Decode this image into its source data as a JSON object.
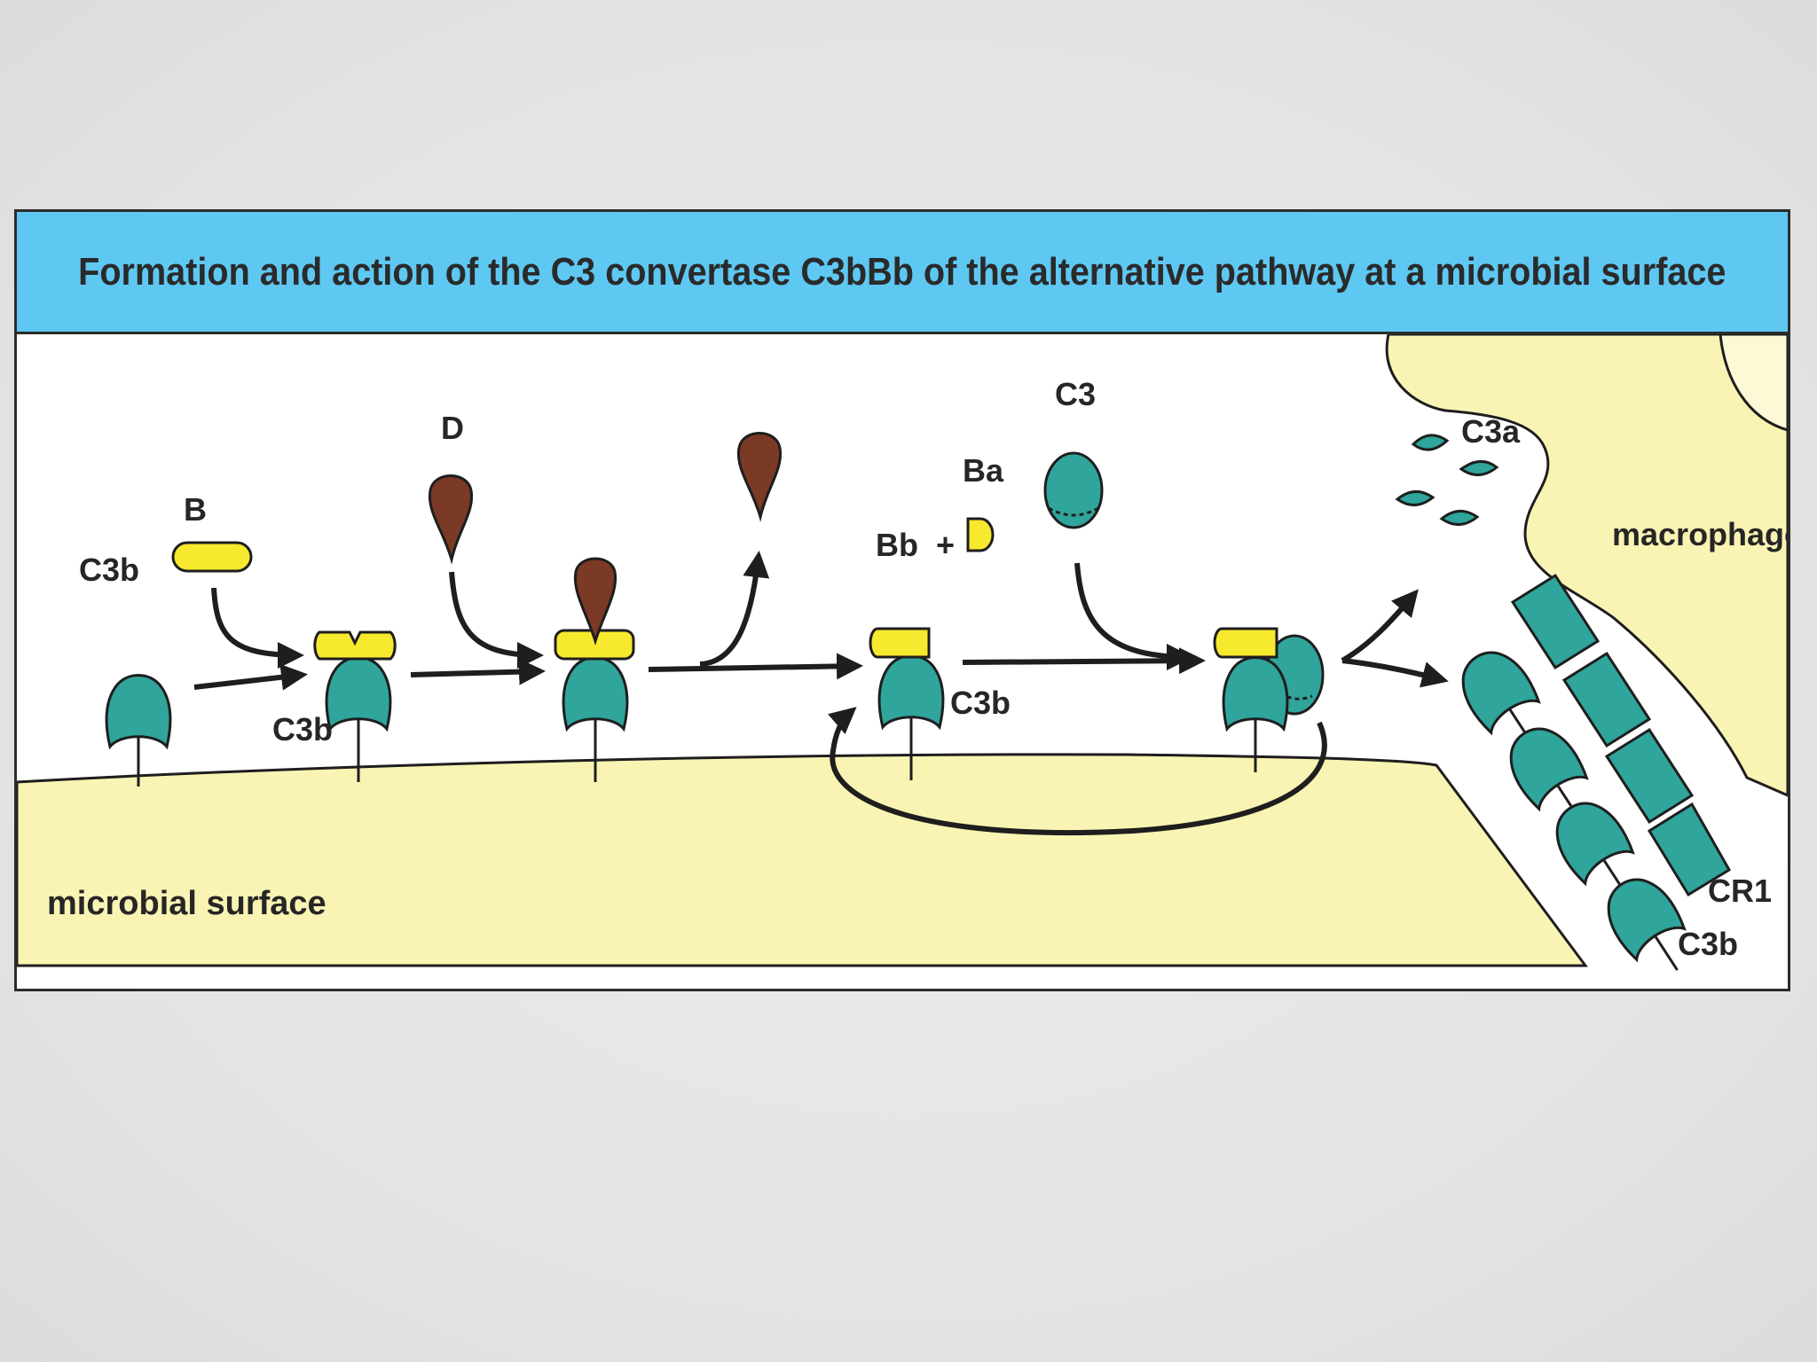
{
  "title": "Formation and action of the C3 convertase C3bBb of the alternative pathway at a microbial surface",
  "labels": {
    "c3b_first": "C3b",
    "factor_b": "B",
    "c3b_second": "C3b",
    "factor_d": "D",
    "ba": "Ba",
    "bb": "Bb",
    "plus": "+",
    "c3b_third": "C3b",
    "c3": "C3",
    "c3a": "C3a",
    "macrophage": "macrophage",
    "microbial_surface": "microbial surface",
    "cr1": "CR1",
    "c3b_receptor": "C3b"
  },
  "colors": {
    "title_bar": "#5ec8f2",
    "surface": "#faf4b4",
    "c3b_protein": "#2fa59b",
    "factor_b": "#f7e92e",
    "factor_d": "#7b3a25",
    "line": "#1e1e1e"
  }
}
